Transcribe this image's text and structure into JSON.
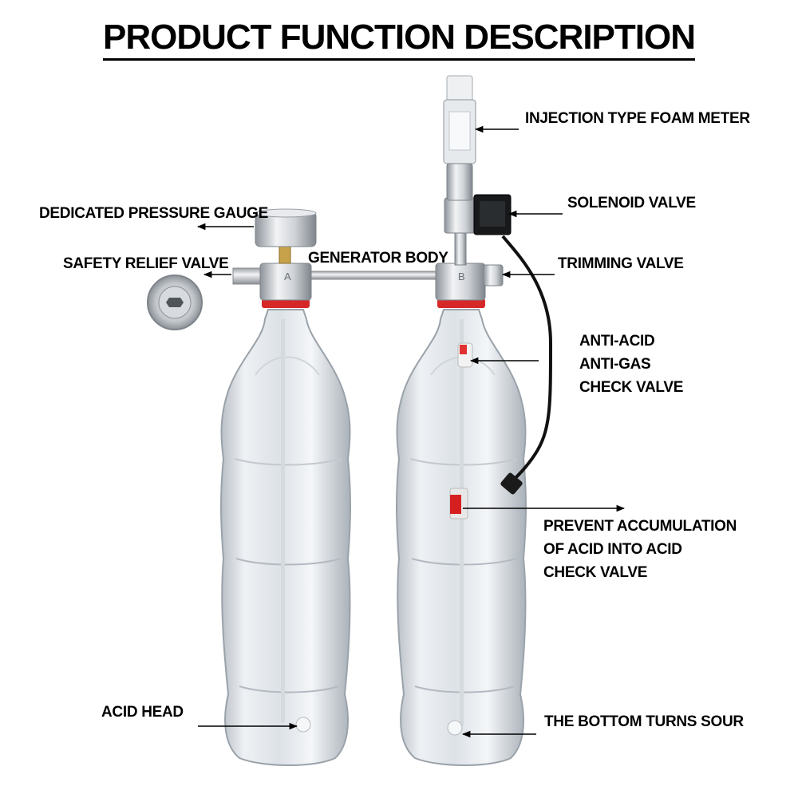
{
  "title": "PRODUCT FUNCTION DESCRIPTION",
  "labels": {
    "foam_meter": "INJECTION TYPE FOAM METER",
    "solenoid_valve": "SOLENOID VALVE",
    "pressure_gauge": "DEDICATED PRESSURE GAUGE",
    "safety_relief_valve": "SAFETY RELIEF VALVE",
    "generator_body": "GENERATOR BODY",
    "trimming_valve": "TRIMMING VALVE",
    "check_valve_1": "ANTI-ACID",
    "check_valve_2": "ANTI-GAS",
    "check_valve_3": "CHECK VALVE",
    "prevent_1": "PREVENT ACCUMULATION",
    "prevent_2": "OF ACID INTO ACID",
    "prevent_3": "CHECK VALVE",
    "acid_head": "ACID HEAD",
    "bottom_sour": "THE BOTTOM TURNS SOUR"
  },
  "body_marks": {
    "left": "A",
    "right": "B"
  },
  "colors": {
    "text": "#000000",
    "seal_ring": "#d62828",
    "metal": "#c8cbcf",
    "bottle": "#e4e8ec"
  }
}
